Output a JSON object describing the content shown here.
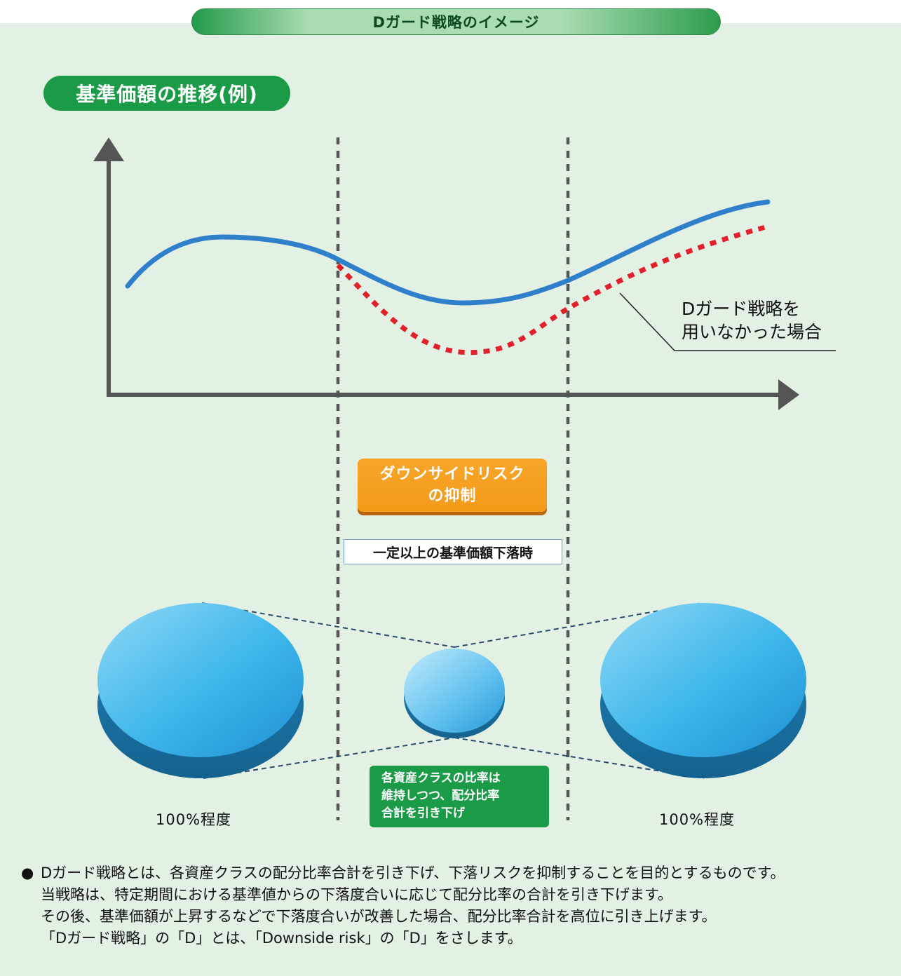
{
  "banner": {
    "title": "Dガード戦略のイメージ"
  },
  "chart": {
    "tag": "基準価額の推移(例)",
    "no_strategy_label": [
      "Dガード戦略を",
      "用いなかった場合"
    ],
    "downside_box": [
      "ダウンサイドリスク",
      "の抑制"
    ],
    "trigger_label": "一定以上の基準価額下落時",
    "maintain_box": [
      "各資産クラスの比率は",
      "維持しつつ、配分比率",
      "合計を引き下げ"
    ],
    "left_pct": "100%程度",
    "right_pct": "100%程度"
  },
  "colors": {
    "panel": "#e3f1e4",
    "banner_green": "#239a4a",
    "with_strategy_line": "#2f7fcb",
    "without_strategy_line": "#e0202a",
    "axis": "#555555",
    "orange": "#f39a18",
    "disk_blue": "#2fa7e0"
  },
  "notes": {
    "bullet": "●",
    "lines": [
      "Dガード戦略とは、各資産クラスの配分比率合計を引き下げ、下落リスクを抑制することを目的とするものです。",
      "当戦略は、特定期間における基準値からの下落度合いに応じて配分比率の合計を引き下げます。",
      "その後、基準価額が上昇するなどで下落度合いが改善した場合、配分比率合計を高位に引き上げます。",
      "「Dガード戦略」の「D」とは、「Downside risk」の「D」をさします。"
    ]
  }
}
